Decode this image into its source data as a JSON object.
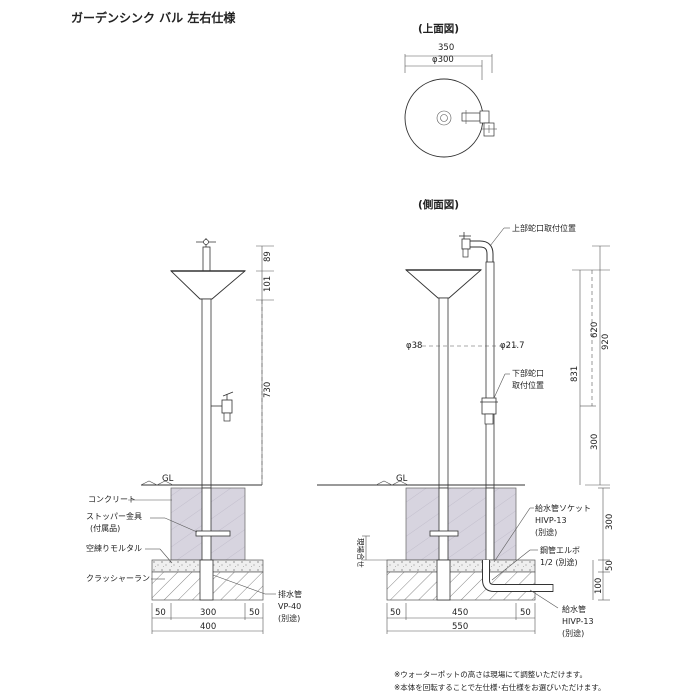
{
  "title": "ガーデンシンク バル 左右仕様",
  "top_view": {
    "heading": "(上面図)",
    "dim_outer": "350",
    "dim_inner": "φ300"
  },
  "side_view": {
    "heading": "(側面図)",
    "upper_faucet": "上部蛇口取付位置",
    "lower_faucet_1": "下部蛇口",
    "lower_faucet_2": "取付位置",
    "dia_post": "φ38",
    "dia_pipe": "φ21.7",
    "gl": "GL",
    "earth_cover": "現場合せ",
    "socket_1": "給水管ソケット",
    "socket_2": "HIVP-13",
    "socket_3": "(別途)",
    "elbow_1": "鋼管エルボ",
    "elbow_2": "1/2 (別途)",
    "supply_1": "給水管",
    "supply_2": "HIVP-13",
    "supply_3": "(別途)",
    "dims": {
      "h620": "620",
      "h920": "920",
      "h831": "831",
      "h300": "300",
      "h300b": "300",
      "h50": "50",
      "h100": "100",
      "w50a": "50",
      "w450": "450",
      "w50b": "50",
      "w550": "550"
    }
  },
  "front_view": {
    "gl": "GL",
    "concrete": "コンクリート",
    "stopper_1": "ストッパー金具",
    "stopper_2": "(付属品)",
    "mortar": "空練りモルタル",
    "crusher": "クラッシャーラン",
    "drain_1": "排水管",
    "drain_2": "VP-40",
    "drain_3": "(別途)",
    "dims": {
      "h89": "89",
      "h101": "101",
      "h730": "730",
      "w50a": "50",
      "w300": "300",
      "w50b": "50",
      "w400": "400"
    }
  },
  "notes": [
    "※ウォーターポットの高さは現場にて調整いただけます。",
    "※本体を回転することで左仕様･右仕様をお選びいただけます。"
  ]
}
